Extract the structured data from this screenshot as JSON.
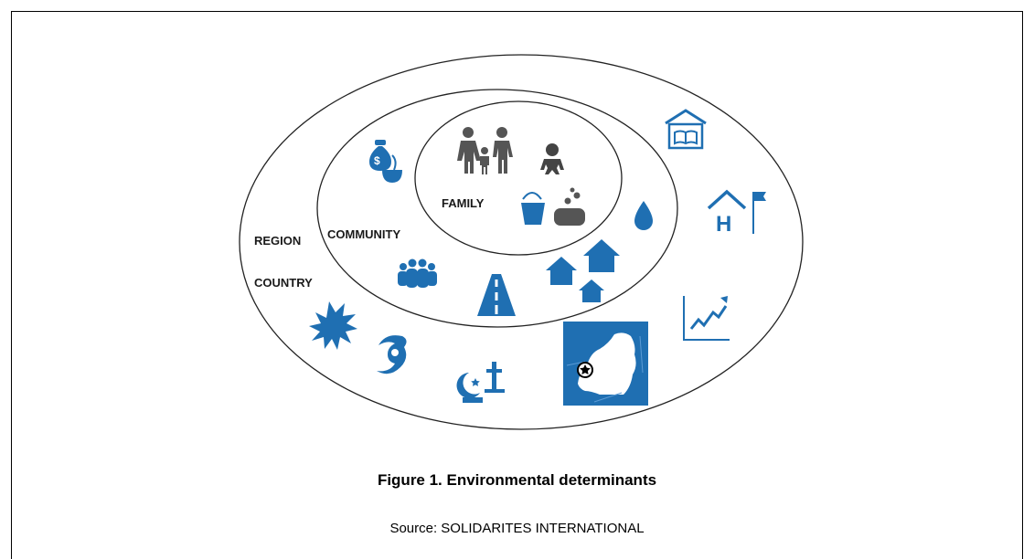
{
  "diagram": {
    "labels": {
      "family": "FAMILY",
      "community": "COMMUNITY",
      "region": "REGION",
      "country": "COUNTRY"
    },
    "icon_color": "#1f6fb2",
    "people_color": "#555555",
    "icons": {
      "family": [
        "family-people-icon",
        "baby-icon",
        "bucket-icon",
        "soap-icon"
      ],
      "community": [
        "money-food-icon",
        "water-drop-icon",
        "crowd-icon",
        "road-icon",
        "houses-icon"
      ],
      "region_country": [
        "school-icon",
        "health-center-icon",
        "growth-chart-icon",
        "explosion-icon",
        "cyclone-icon",
        "religion-icon",
        "drc-map-icon"
      ]
    }
  },
  "caption": {
    "title": "Figure 1. Environmental determinants",
    "source": "Source: SOLIDARITES INTERNATIONAL"
  }
}
